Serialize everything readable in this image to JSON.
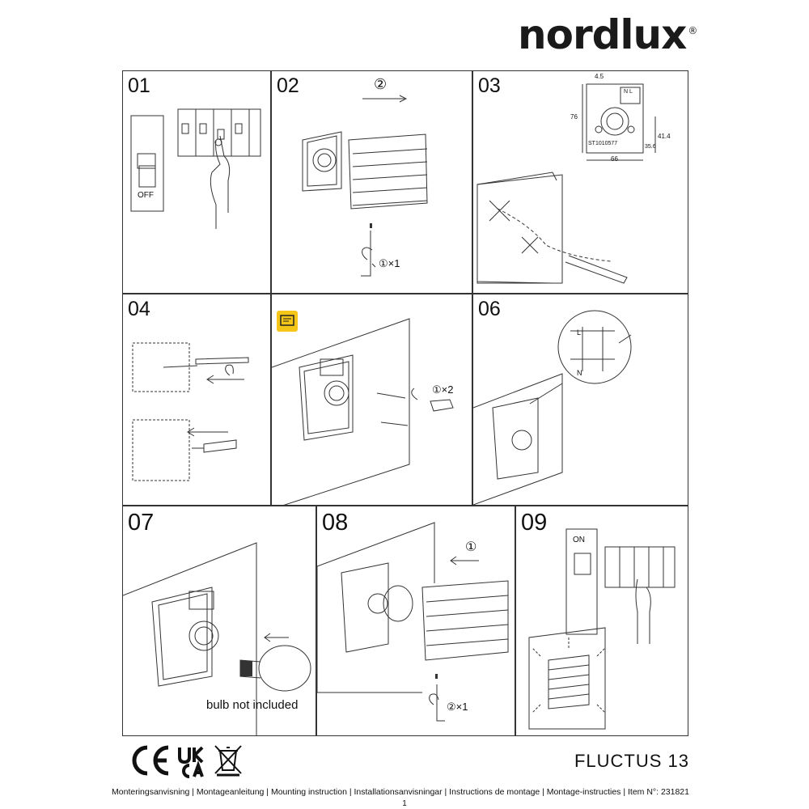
{
  "brand": {
    "name": "nordlux",
    "registered": "®"
  },
  "steps": {
    "s01": {
      "number": "01",
      "switch_label": "OFF"
    },
    "s02": {
      "number": "02",
      "order_mark": "②",
      "tool_count": "①×1"
    },
    "s03": {
      "number": "03",
      "dims": [
        "4.5",
        "76",
        "66",
        "41.4",
        "35.6"
      ],
      "model_code": "ST1010577",
      "terminal_label": "N L"
    },
    "s04": {
      "number": "04"
    },
    "s05": {
      "number": "",
      "note_icon": "note-icon",
      "screw_count": "①×2"
    },
    "s06": {
      "number": "06",
      "wire_labels": [
        "L",
        "N"
      ]
    },
    "s07": {
      "number": "07",
      "bulb_note": "bulb not included"
    },
    "s08": {
      "number": "08",
      "order_mark": "①",
      "tool_count": "②×1"
    },
    "s09": {
      "number": "09",
      "switch_label": "ON"
    }
  },
  "certifications": [
    "CE",
    "UKCA",
    "WEEE-bin"
  ],
  "product_name": "FLUCTUS 13",
  "footer_text": "Monteringsanvisning | Montageanleitung | Mounting instruction | Installationsanvisningar | Instructions de montage | Montage-instructies | Item N°: 231821",
  "page_number": "1",
  "colors": {
    "line": "#333333",
    "note_icon_bg": "#f5c518"
  }
}
